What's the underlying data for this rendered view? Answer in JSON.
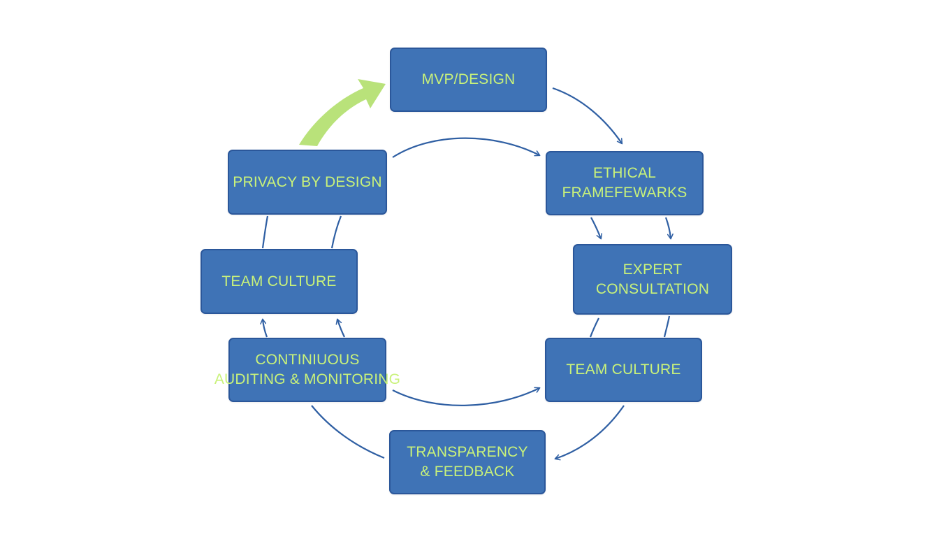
{
  "diagram": {
    "nodes": [
      {
        "id": "mvp",
        "lines": [
          "MVP/DESIGN"
        ]
      },
      {
        "id": "ethical",
        "lines": [
          "ETHICAL",
          "FRAMEFEWARKS"
        ]
      },
      {
        "id": "expert",
        "lines": [
          "EXPERT",
          "CONSULTATION"
        ]
      },
      {
        "id": "team-right",
        "lines": [
          "TEAM CULTURE"
        ]
      },
      {
        "id": "transparency",
        "lines": [
          "TRANSPARENCY",
          "& FEEDBACK"
        ]
      },
      {
        "id": "continuous",
        "lines": [
          "CONTINIUOUS",
          "AUDITING & MONITORING"
        ]
      },
      {
        "id": "team-left",
        "lines": [
          "TEAM CULTURE"
        ]
      },
      {
        "id": "privacy",
        "lines": [
          "PRIVACY BY DESIGN"
        ]
      }
    ],
    "colors": {
      "node_fill": "#3f73b6",
      "node_border": "#2b579a",
      "label_text": "#c9f27a",
      "connector": "#2f5fa3",
      "highlight_arrow": "#b9e27a"
    }
  }
}
